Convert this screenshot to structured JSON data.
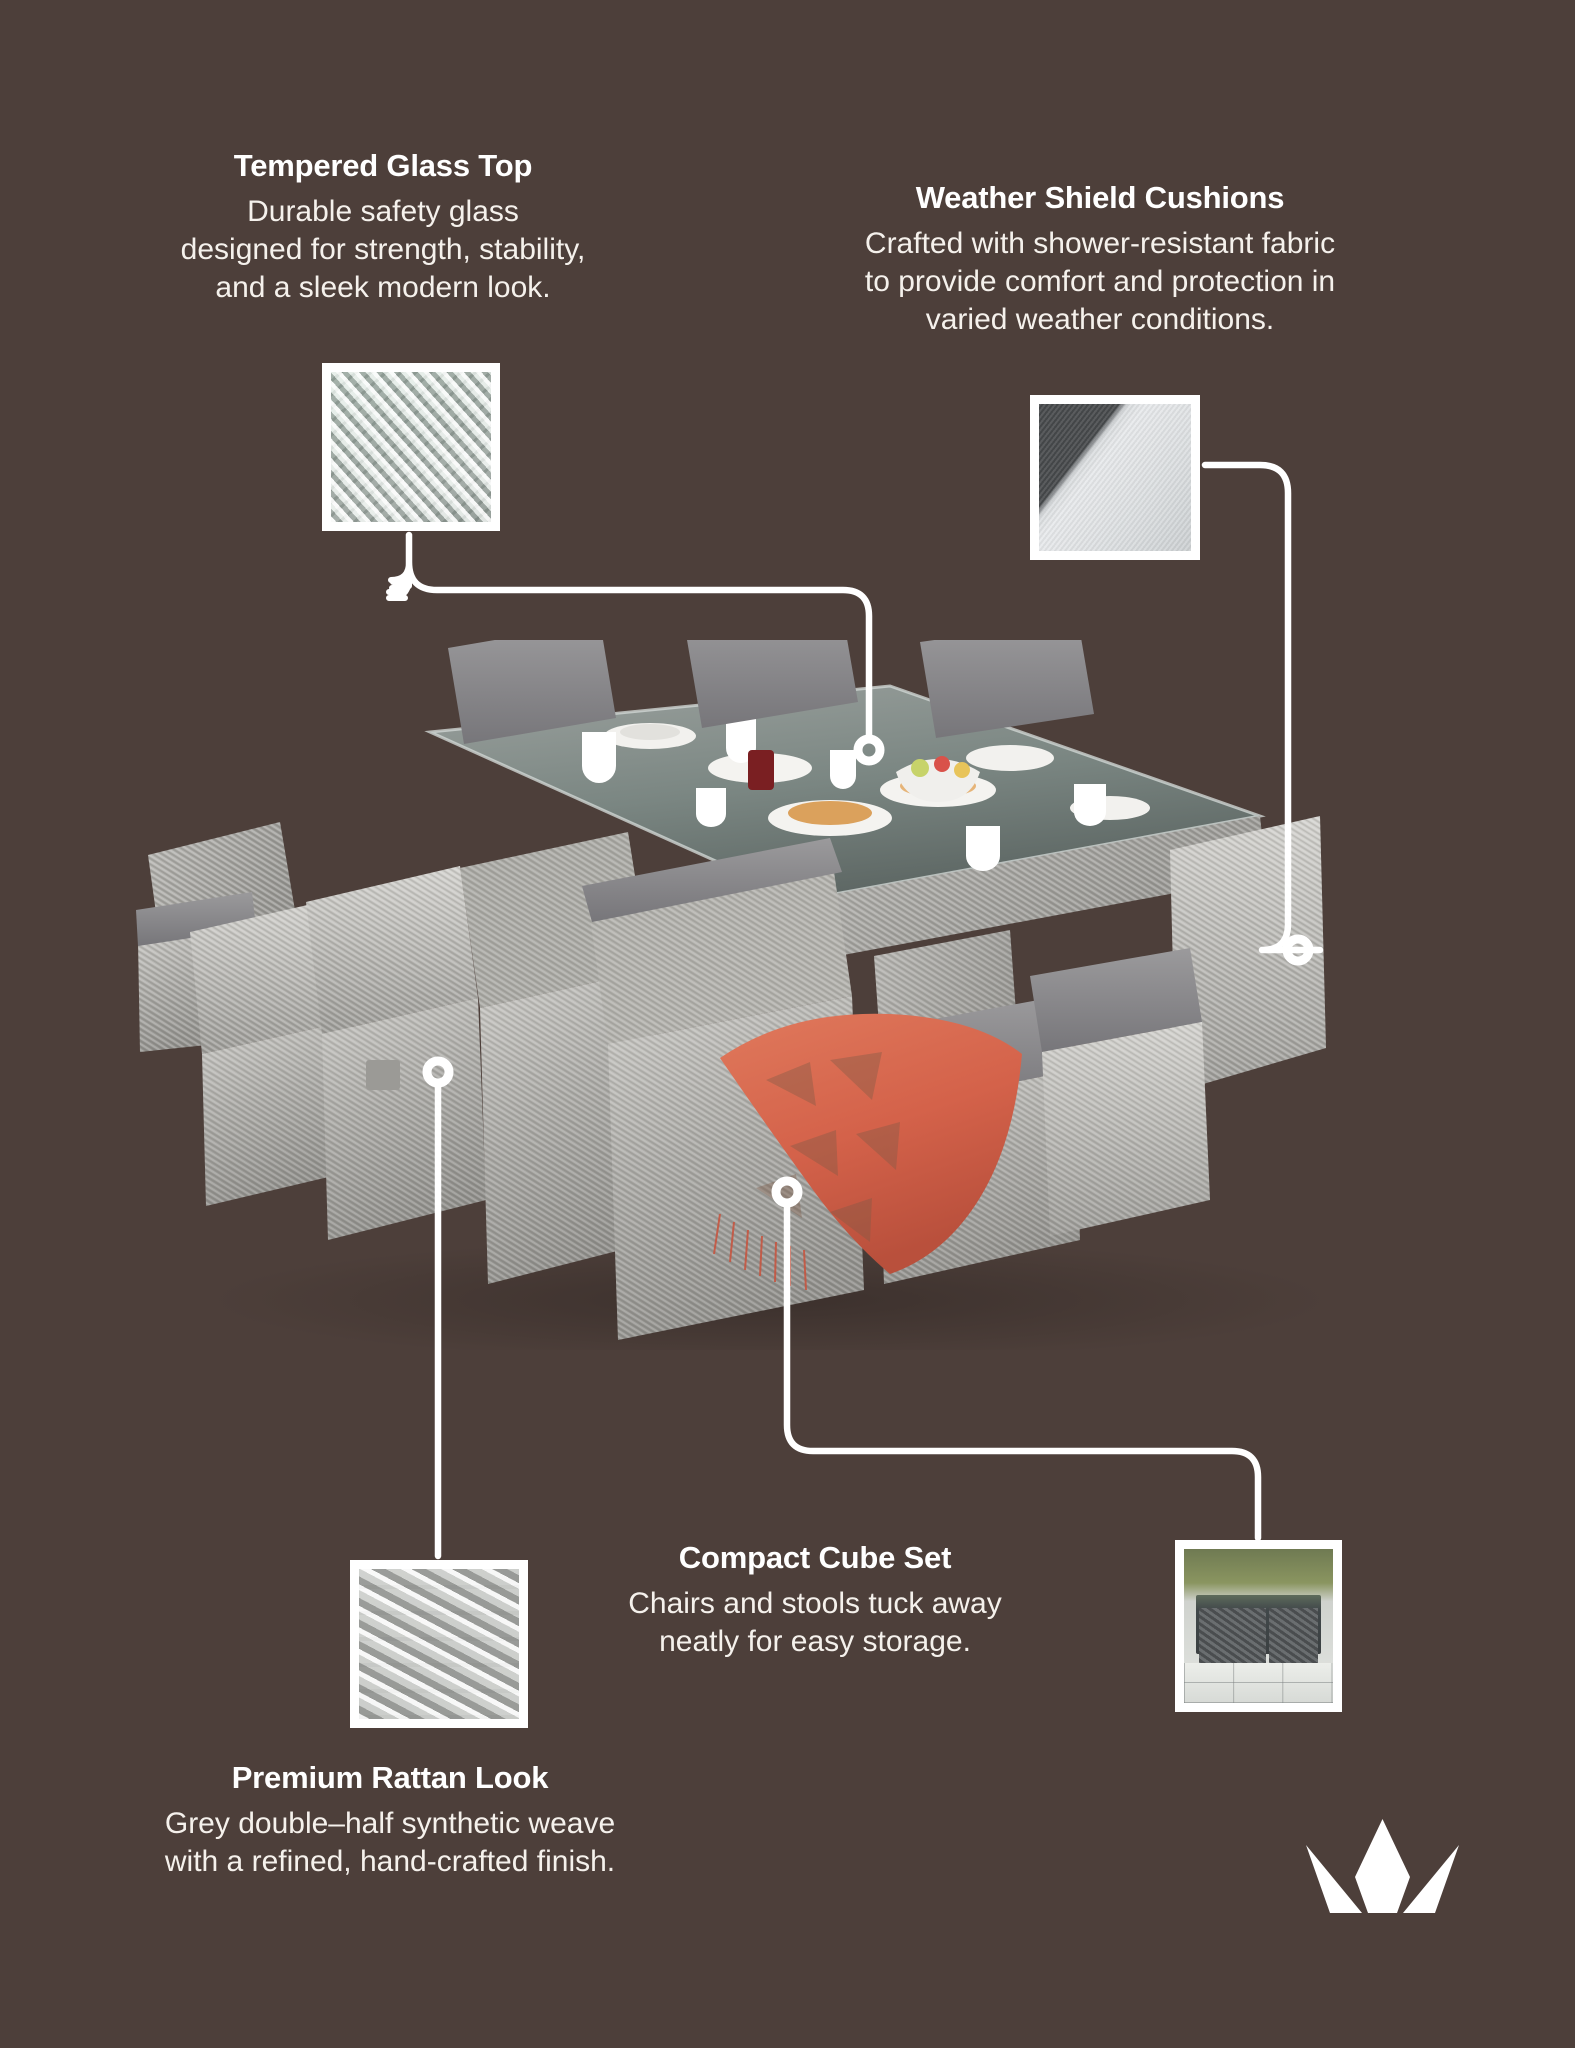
{
  "theme": {
    "background_color": "#4d3f3a",
    "text_color": "#ffffff",
    "connector_color": "#ffffff",
    "swatch_border_color": "#ffffff",
    "accent_throw_color": "#d9694f"
  },
  "callouts": [
    {
      "id": "tempered-glass-top",
      "title": "Tempered Glass Top",
      "body_lines": [
        "Durable safety glass",
        "designed for strength, stability,",
        "and a sleek modern look."
      ],
      "swatch": "rattan-weave-with-glass-tint"
    },
    {
      "id": "weather-shield-cushions",
      "title": "Weather Shield Cushions",
      "body_lines": [
        "Crafted with shower-resistant fabric",
        "to provide comfort and protection in",
        "varied weather conditions."
      ],
      "swatch": "grey-cushion-fabric-corner"
    },
    {
      "id": "compact-cube-set",
      "title": "Compact Cube Set",
      "body_lines": [
        "Chairs and stools tuck away",
        "neatly for easy storage."
      ],
      "swatch": "cube-set-tucked-away-on-patio"
    },
    {
      "id": "premium-rattan-look",
      "title": "Premium Rattan Look",
      "body_lines": [
        "Grey double–half synthetic weave",
        "with a refined, hand-crafted finish."
      ],
      "swatch": "grey-rattan-weave-closeup"
    }
  ],
  "product_photo": {
    "description": "Grey rattan cube dining set with glass top table, six tucked-in chairs, stools and a coral throw",
    "alt": "Rattan cube garden dining set laid with breakfast crockery"
  },
  "logo": {
    "name": "crown-logo",
    "shape": "three-point-crown"
  }
}
